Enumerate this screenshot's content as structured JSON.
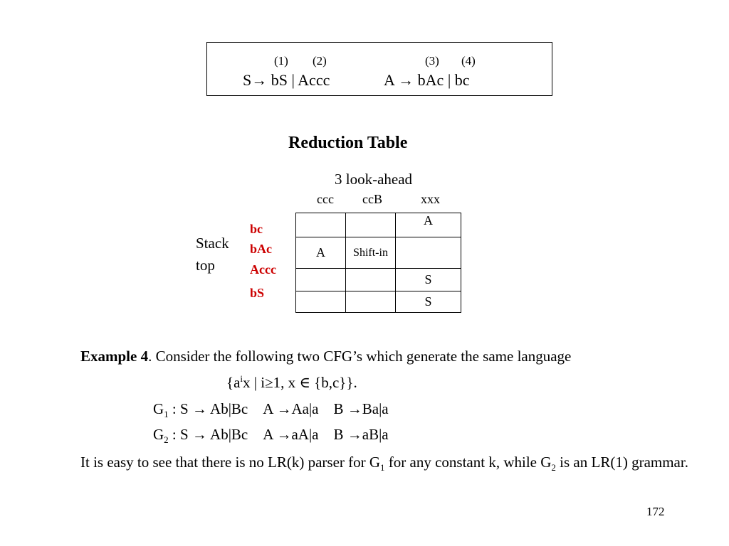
{
  "grammar": {
    "labels": [
      "(1)",
      "(2)",
      "(3)",
      "(4)"
    ],
    "s_rule": "S→ bS | Accc",
    "a_rule": "A → bAc | bc"
  },
  "reduction": {
    "title": "Reduction Table",
    "lookahead_label": "3 look-ahead",
    "columns": [
      "ccc",
      "ccB",
      "xxx"
    ],
    "stack_label_1": "Stack",
    "stack_label_2": "top",
    "stack_rows": [
      "bc",
      "bAc",
      "Accc",
      "bS"
    ],
    "cells": [
      [
        "",
        "",
        "A"
      ],
      [
        "A",
        "Shift-in",
        ""
      ],
      [
        "",
        "",
        "S"
      ],
      [
        "",
        "",
        "S"
      ]
    ]
  },
  "example": {
    "heading": "Example 4",
    "intro": ". Consider the following two CFG’s which generate the same language",
    "language": "{a^ix | i≥1, x ∈ {b,c}}.",
    "g1": "G1 : S → Ab|Bc    A →Aa|a    B →Ba|a",
    "g2": "G2 : S → Ab|Bc    A →aA|a    B →aB|a",
    "conclusion": "It is easy to see that there is no LR(k) parser for G1 for any constant k, while G2 is an LR(1) grammar."
  },
  "page_number": "172"
}
